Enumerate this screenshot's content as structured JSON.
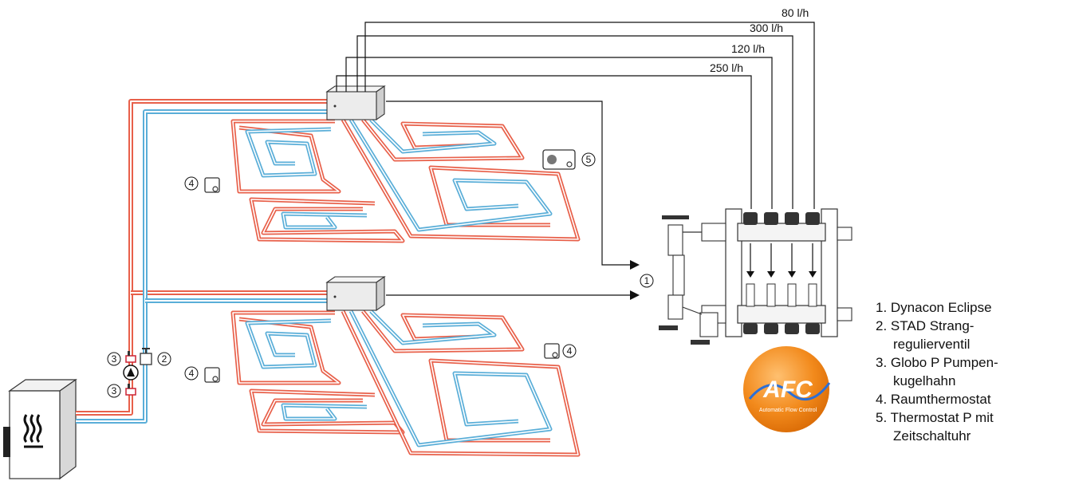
{
  "flows": [
    "80 l/h",
    "300 l/h",
    "120 l/h",
    "250 l/h"
  ],
  "markers": {
    "n1": "1",
    "n2": "2",
    "n3a": "3",
    "n3b": "3",
    "n4a": "4",
    "n4b": "4",
    "n4c": "4",
    "n5": "5"
  },
  "afc": {
    "logo": "AFC",
    "tagline": "Automatic Flow Control"
  },
  "legend": {
    "item1": "1. Dynacon Eclipse",
    "item2a": "2. STAD Strang-",
    "item2b": "regulierventil",
    "item3a": "3. Globo P Pumpen-",
    "item3b": "kugelhahn",
    "item4": "4. Raumthermostat",
    "item5a": "5. Thermostat P mit",
    "item5b": "Zeitschaltuhr"
  },
  "colors": {
    "supply": "#e8604a",
    "return": "#5aaed8",
    "orange": "#f28a1c"
  }
}
